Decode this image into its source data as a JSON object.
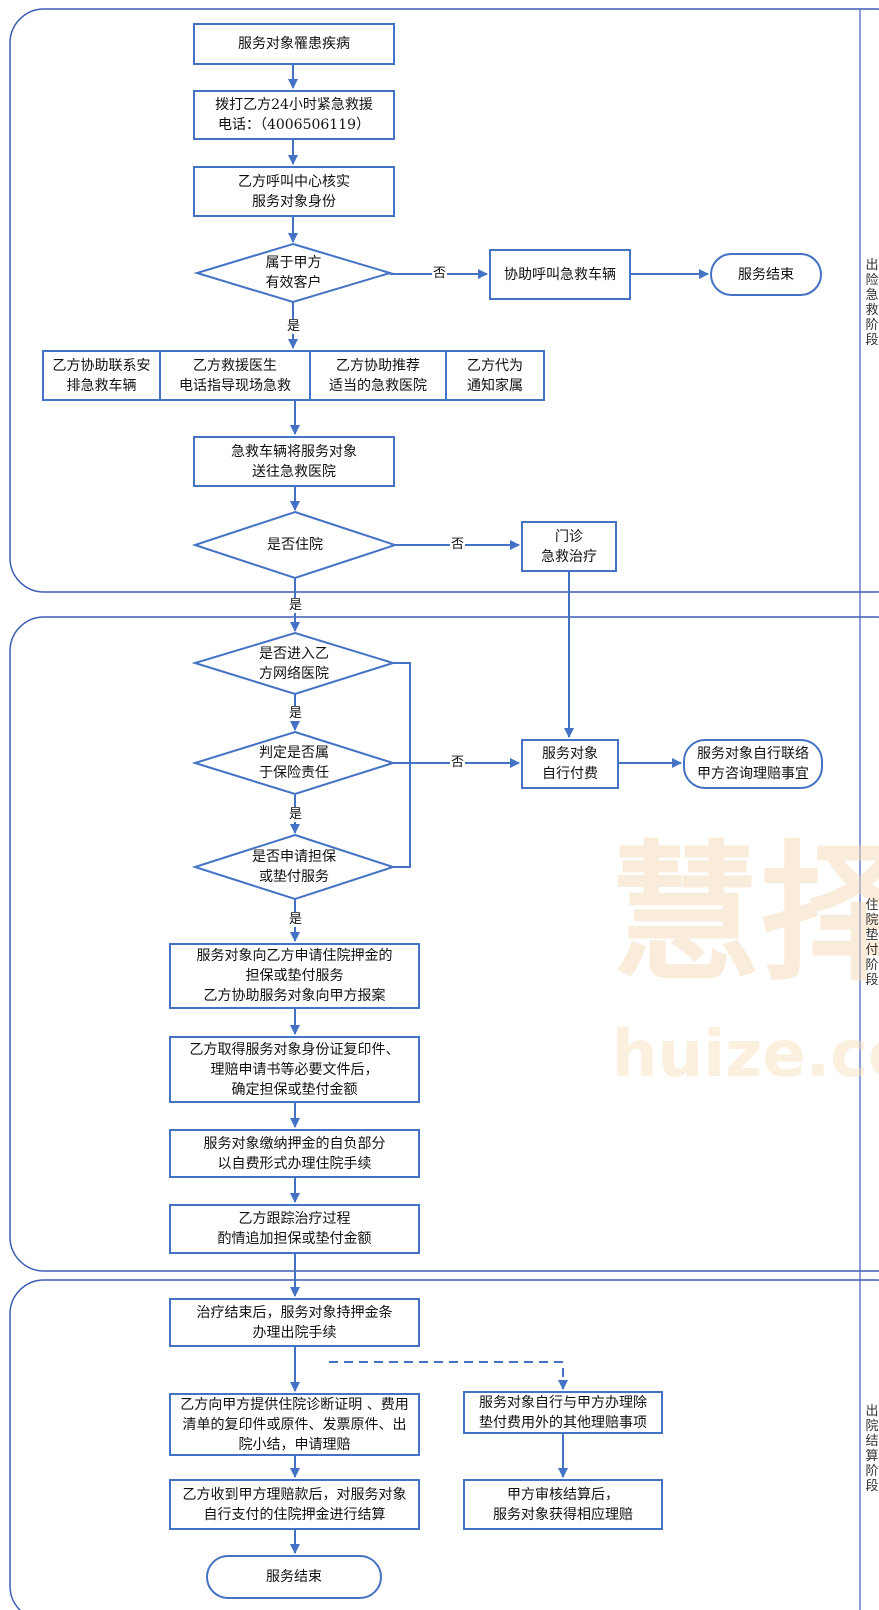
{
  "stages": {
    "s1": "出险急救阶段",
    "s2": "住院垫付阶段",
    "s3": "出院结算阶段"
  },
  "watermark": {
    "cn": "慧择",
    "en": "huize.co"
  },
  "nodes": {
    "n_illness": [
      "服务对象罹患疾病"
    ],
    "n_call": [
      "拨打乙方24小时紧急救援",
      "电话：（4006506119）"
    ],
    "n_verify": [
      "乙方呼叫中心核实",
      "服务对象身份"
    ],
    "d_valid": [
      "属于甲方",
      "有效客户"
    ],
    "n_help_ambulance": [
      "协助呼叫急救车辆"
    ],
    "t_end1": [
      "服务结束"
    ],
    "n_arrange": [
      "乙方协助联系安",
      "排急救车辆"
    ],
    "n_doctor": [
      "乙方救援医生",
      "电话指导现场急救"
    ],
    "n_recommend": [
      "乙方协助推荐",
      "适当的急救医院"
    ],
    "n_notify": [
      "乙方代为",
      "通知家属"
    ],
    "n_send": [
      "急救车辆将服务对象",
      "送往急救医院"
    ],
    "d_inpatient": [
      "是否住院"
    ],
    "n_outpatient": [
      "门诊",
      "急救治疗"
    ],
    "d_network": [
      "是否进入乙",
      "方网络医院"
    ],
    "d_insurance": [
      "判定是否属",
      "于保险责任"
    ],
    "n_selfpay": [
      "服务对象",
      "自行付费"
    ],
    "t_contact": [
      "服务对象自行联络",
      "甲方咨询理赔事宜"
    ],
    "d_guarantee": [
      "是否申请担保",
      "或垫付服务"
    ],
    "n_apply": [
      "服务对象向乙方申请住院押金的",
      "担保或垫付服务",
      "乙方协助服务对象向甲方报案"
    ],
    "n_docs": [
      "乙方取得服务对象身份证复印件、",
      "理赔申请书等必要文件后，",
      "确定担保或垫付金额"
    ],
    "n_deposit": [
      "服务对象缴纳押金的自负部分",
      "以自费形式办理住院手续"
    ],
    "n_track": [
      "乙方跟踪治疗过程",
      "酌情追加担保或垫付金额"
    ],
    "n_discharge": [
      "治疗结束后，服务对象持押金条",
      "办理出院手续"
    ],
    "n_provide": [
      "乙方向甲方提供住院诊断证明 、费用",
      "清单的复印件或原件、发票原件、出",
      "院小结，申请理赔"
    ],
    "n_other": [
      "服务对象自行与甲方办理除",
      "垫付费用外的其他理赔事项"
    ],
    "n_settle": [
      "乙方收到甲方理赔款后，对服务对象",
      "自行支付的住院押金进行结算"
    ],
    "n_review": [
      "甲方审核结算后，",
      "服务对象获得相应理赔"
    ],
    "t_end2": [
      "服务结束"
    ]
  },
  "labels": {
    "no_valid": "否",
    "yes_valid": "是",
    "no_inpatient": "否",
    "yes_inpatient": "是",
    "yes_network": "是",
    "no_insurance": "否",
    "yes_insurance": "是",
    "yes_guarantee": "是"
  },
  "colors": {
    "line": "#4472c4",
    "border": "#4472c4",
    "text": "#111111"
  }
}
